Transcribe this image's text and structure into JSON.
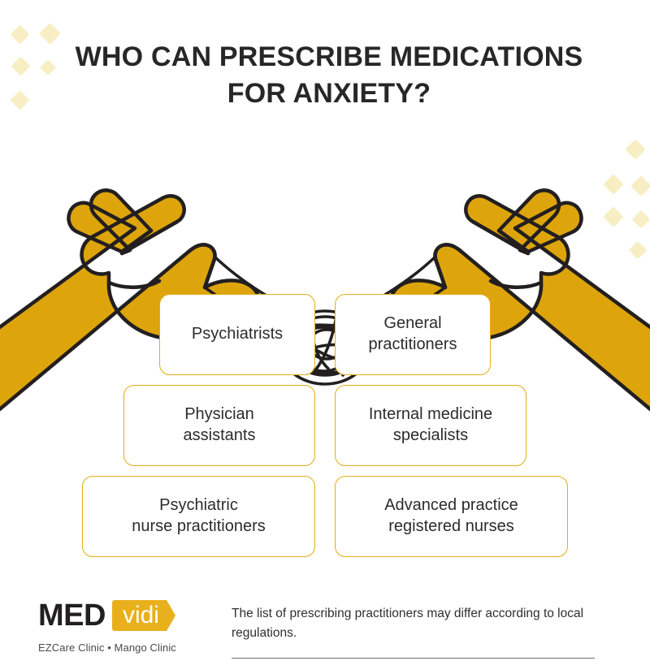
{
  "page": {
    "background_color": "#ffffff",
    "accent_color": "#e3ad14",
    "illustration_fill": "#dda50b",
    "diamond_color": "#f7eec4",
    "text_color": "#2c2c2c"
  },
  "title": {
    "line1": "WHO CAN PRESCRIBE MEDICATIONS",
    "line2": "FOR ANXIETY?"
  },
  "illustration": {
    "name": "two-hands-untangling-thread-knot",
    "description": "Two yellow hands pulling at a tangled black thread knot"
  },
  "cards": {
    "rows": [
      {
        "items": [
          {
            "lines": [
              "Psychiatrists"
            ]
          },
          {
            "lines": [
              "General",
              "practitioners"
            ]
          }
        ]
      },
      {
        "items": [
          {
            "lines": [
              "Physician",
              "assistants"
            ]
          },
          {
            "lines": [
              "Internal medicine",
              "specialists"
            ]
          }
        ]
      },
      {
        "items": [
          {
            "lines": [
              "Psychiatric",
              "nurse practitioners"
            ]
          },
          {
            "lines": [
              "Advanced practice",
              "registered nurses"
            ]
          }
        ]
      }
    ]
  },
  "footer": {
    "logo": {
      "primary": "MED",
      "secondary": "vidi",
      "tagline": "EZCare Clinic • Mango Clinic"
    },
    "note_line1": "The list of prescribing practitioners may differ according",
    "note_line2": "to local regulations."
  }
}
